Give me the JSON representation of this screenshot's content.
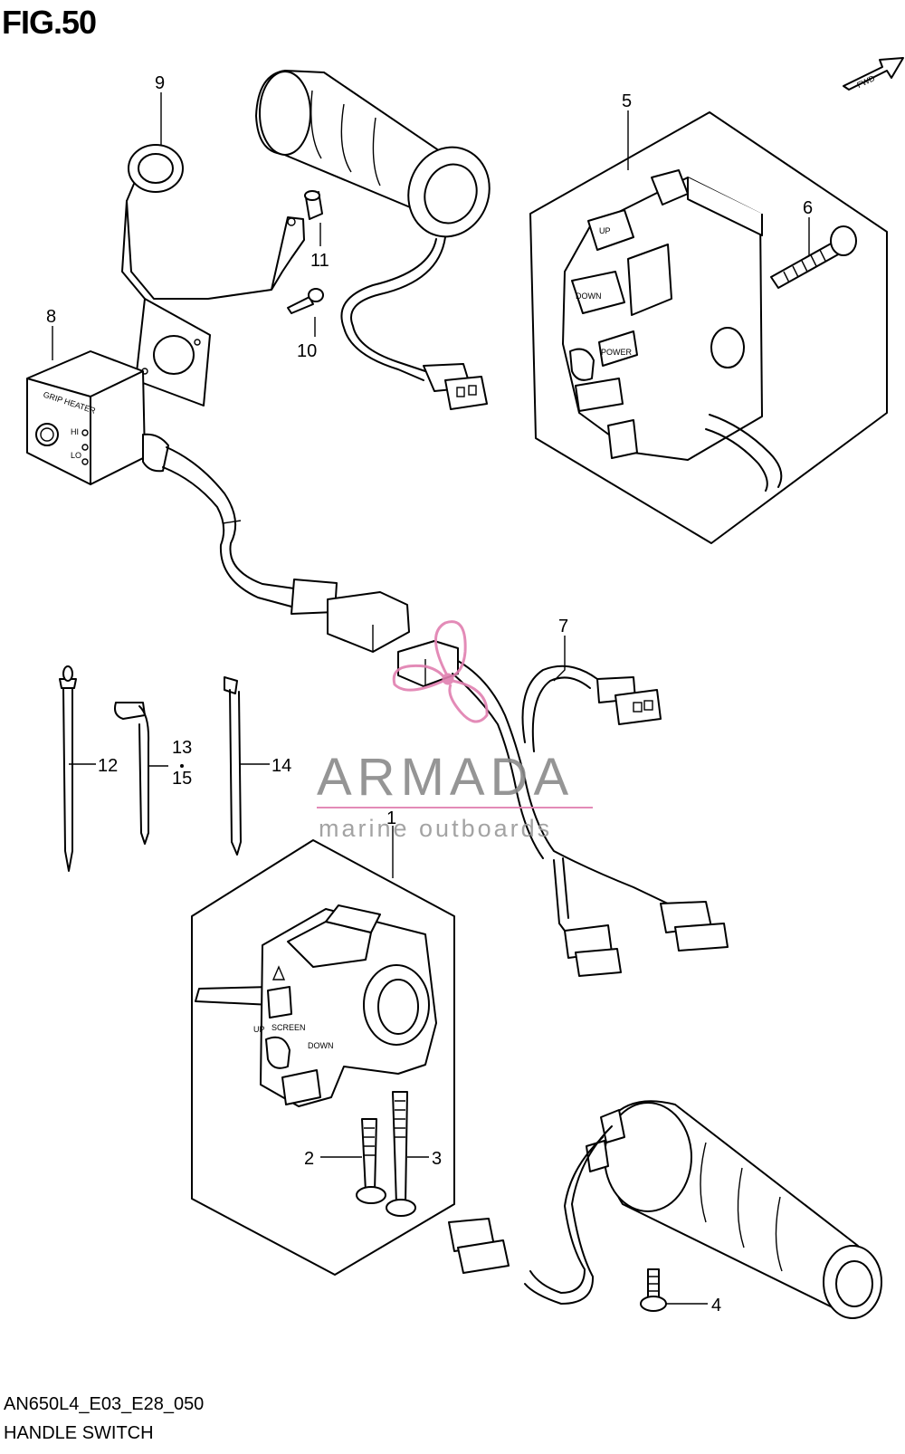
{
  "figure": {
    "title": "FIG.50",
    "code": "AN650L4_E03_E28_050",
    "name": "HANDLE SWITCH",
    "fwd_label": "FWD"
  },
  "watermark": {
    "brand": "ARMADA",
    "tagline": "marine outboards",
    "logo_icon": "propeller-icon",
    "color": "#e17fb0"
  },
  "callouts": [
    "1",
    "2",
    "3",
    "4",
    "5",
    "6",
    "7",
    "8",
    "9",
    "10",
    "11",
    "12",
    "13",
    "15",
    "14"
  ],
  "component_text": {
    "heater_label": "GRIP HEATER",
    "heater_hi": "HI",
    "heater_lo": "LO",
    "right_up": "UP",
    "right_down": "DOWN",
    "right_power": "POWER",
    "left_up": "UP",
    "left_down": "DOWN",
    "left_scroll": "SCREEN"
  }
}
